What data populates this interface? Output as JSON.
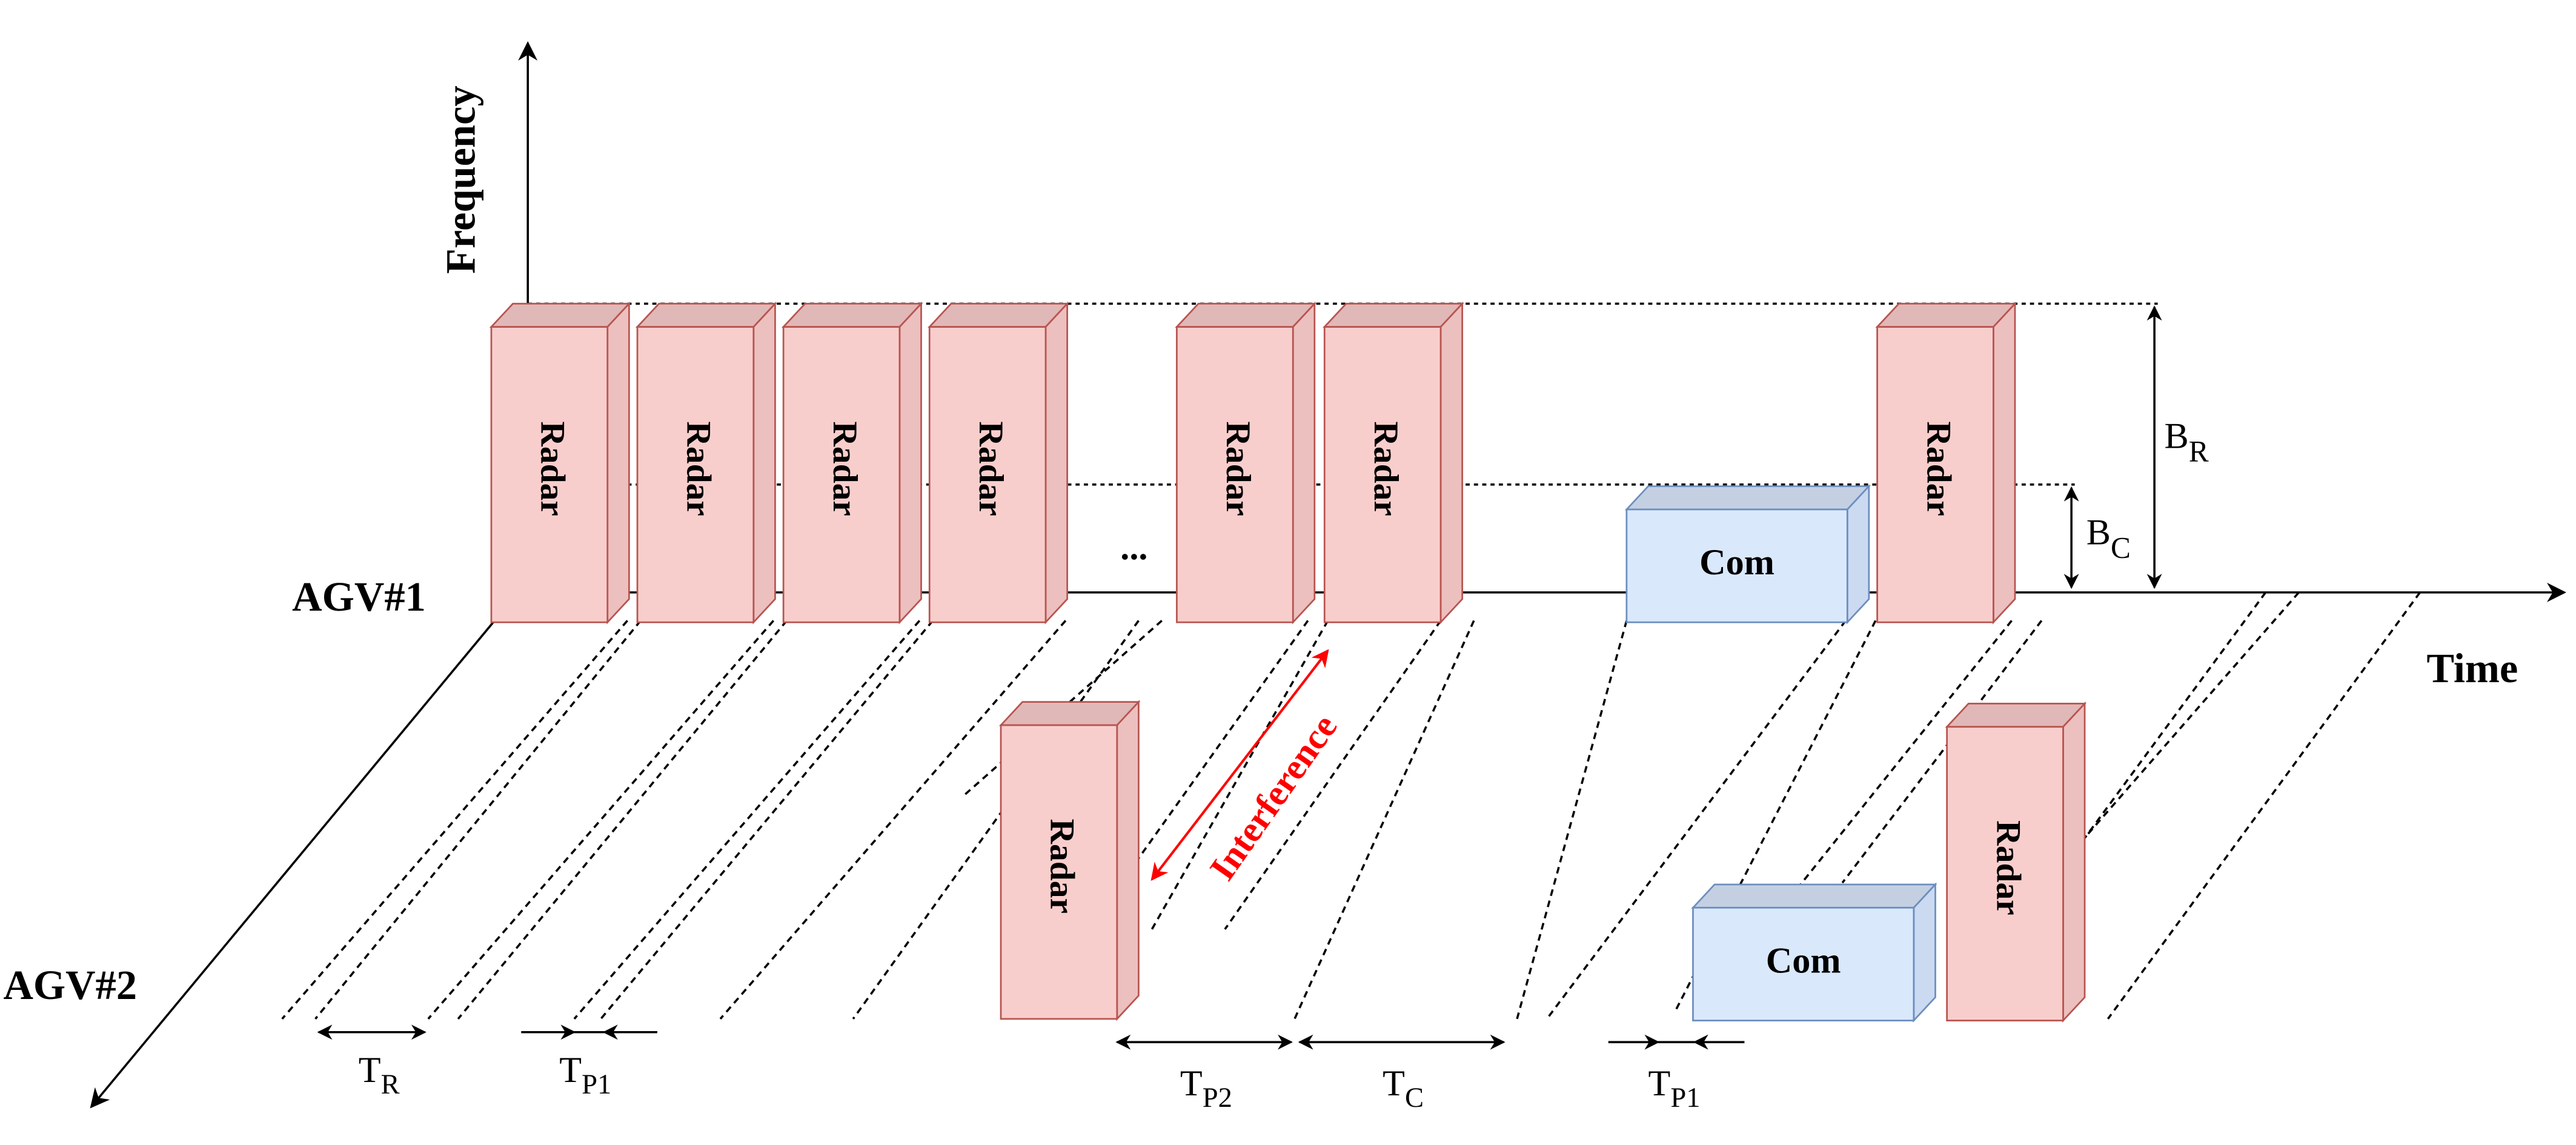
{
  "axes": {
    "frequency_label": "Frequency",
    "time_label": "Time",
    "agv1_label": "AGV#1",
    "agv2_label": "AGV#2"
  },
  "blocks": {
    "radar_label": "Radar",
    "com_label": "Com",
    "ellipsis": "...",
    "colors": {
      "radar_front": "#f8cecc",
      "radar_side": "#ecc0bf",
      "radar_top": "#e0b8b7",
      "radar_stroke": "#b85450",
      "com_front": "#dae8fc",
      "com_side": "#cbdaf0",
      "com_top": "#c4d0e2",
      "com_stroke": "#6c8ebf"
    }
  },
  "annotations": {
    "interference": "Interference",
    "interference_color": "#ff0000",
    "bandwidth_radar": {
      "main": "B",
      "sub": "R"
    },
    "bandwidth_com": {
      "main": "B",
      "sub": "C"
    },
    "intervals": [
      {
        "main": "T",
        "sub": "R"
      },
      {
        "main": "T",
        "sub": "P1"
      },
      {
        "main": "T",
        "sub": "P2"
      },
      {
        "main": "T",
        "sub": "C"
      },
      {
        "main": "T",
        "sub": "P1"
      }
    ]
  }
}
